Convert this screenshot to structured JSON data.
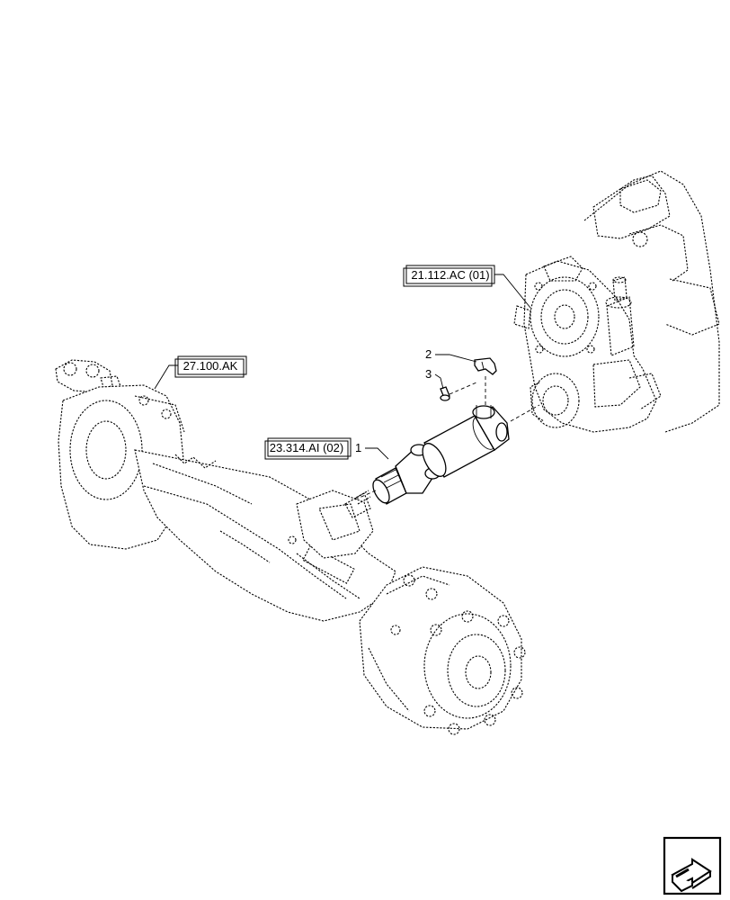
{
  "references": {
    "transmission": "21.112.AC (01)",
    "front_axle": "27.100.AK",
    "driveshaft_ref": "23.314.AI (02)"
  },
  "callouts": {
    "item1": "1",
    "item2": "2",
    "item3": "3"
  },
  "nav": {
    "icon": "next-page-arrow-icon"
  }
}
